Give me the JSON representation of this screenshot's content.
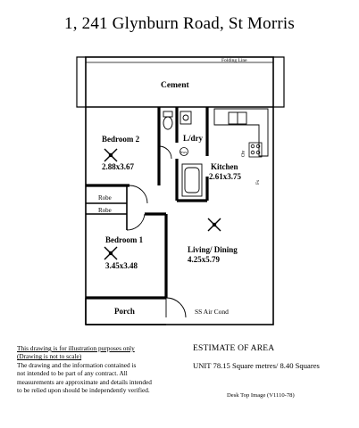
{
  "title": "1, 241 Glynburn Road,  St Morris",
  "plan": {
    "folding_line": "Folding Line",
    "cement": "Cement",
    "bedroom2_name": "Bedroom 2",
    "bedroom2_size": "2.88x3.67",
    "ldry": "L/dry",
    "kitchen_name": "Kitchen",
    "kitchen_size": "2.61x3.75",
    "robe1": "Robe",
    "robe2": "Robe",
    "bedroom1_name": "Bedroom 1",
    "bedroom1_size": "3.45x3.48",
    "living_name": "Living/ Dining",
    "living_size": "4.25x5.79",
    "porch": "Porch",
    "ac": "SS Air Cond",
    "ov": "Ov",
    "fs": "Fs",
    "hws": "hws"
  },
  "notes": {
    "line1": "This drawing is for illustration purposes only",
    "line2": "(Drawing is not to scale)",
    "line3": "The drawing and the information contained is",
    "line4": "not intended to be part of any contract.  All",
    "line5": "measurements are approximate and details intended",
    "line6": "to be relied upon should be independently verified."
  },
  "estimate": {
    "heading": "ESTIMATE OF AREA",
    "unit_line": "UNIT  78.15 Square metres/ 8.40 Squares",
    "ref": "Desk Top Image   (V1110-78)"
  }
}
